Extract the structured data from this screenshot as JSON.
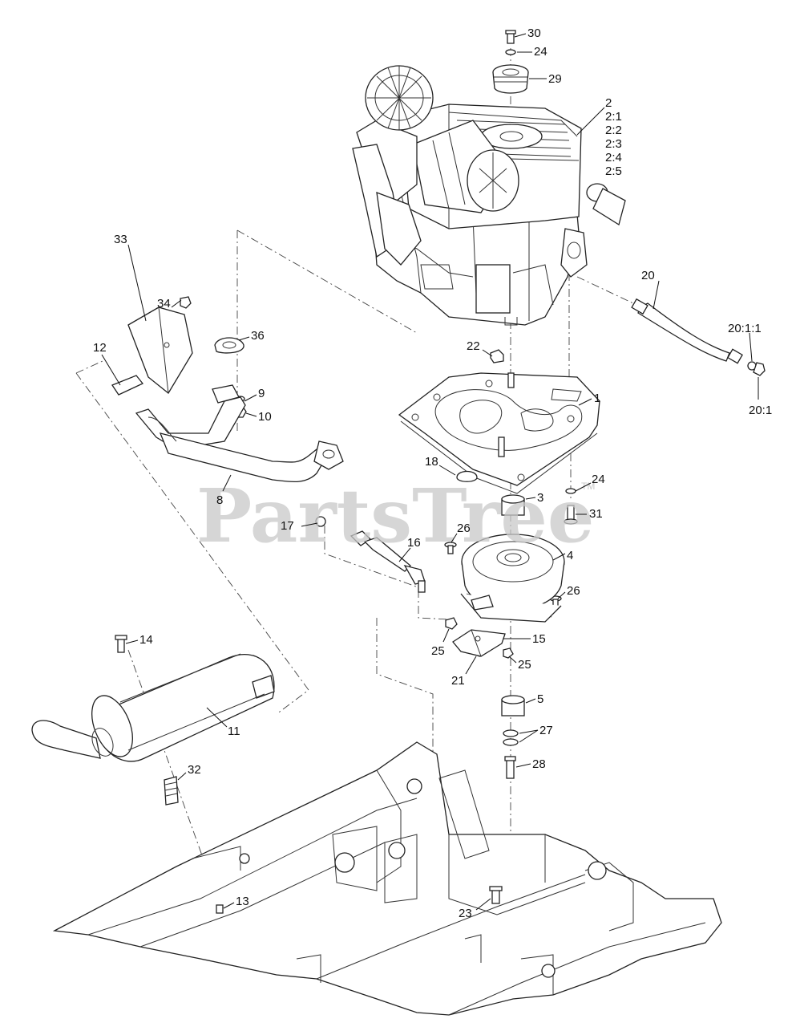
{
  "watermark": {
    "text": "PartsTree",
    "tm": "TM"
  },
  "callouts": [
    {
      "id": "30",
      "text": "30"
    },
    {
      "id": "24a",
      "text": "24"
    },
    {
      "id": "29",
      "text": "29"
    },
    {
      "id": "2",
      "text": "2"
    },
    {
      "id": "2-1",
      "text": "2:1"
    },
    {
      "id": "2-2",
      "text": "2:2"
    },
    {
      "id": "2-3",
      "text": "2:3"
    },
    {
      "id": "2-4",
      "text": "2:4"
    },
    {
      "id": "2-5",
      "text": "2:5"
    },
    {
      "id": "20",
      "text": "20"
    },
    {
      "id": "20-1-1",
      "text": "20:1:1"
    },
    {
      "id": "20-1",
      "text": "20:1"
    },
    {
      "id": "33",
      "text": "33"
    },
    {
      "id": "34",
      "text": "34"
    },
    {
      "id": "36",
      "text": "36"
    },
    {
      "id": "12",
      "text": "12"
    },
    {
      "id": "22",
      "text": "22"
    },
    {
      "id": "1",
      "text": "1"
    },
    {
      "id": "9",
      "text": "9"
    },
    {
      "id": "10",
      "text": "10"
    },
    {
      "id": "18",
      "text": "18"
    },
    {
      "id": "24b",
      "text": "24"
    },
    {
      "id": "3",
      "text": "3"
    },
    {
      "id": "31",
      "text": "31"
    },
    {
      "id": "8",
      "text": "8"
    },
    {
      "id": "17",
      "text": "17"
    },
    {
      "id": "26a",
      "text": "26"
    },
    {
      "id": "16",
      "text": "16"
    },
    {
      "id": "4",
      "text": "4"
    },
    {
      "id": "26b",
      "text": "26"
    },
    {
      "id": "14",
      "text": "14"
    },
    {
      "id": "15",
      "text": "15"
    },
    {
      "id": "25a",
      "text": "25"
    },
    {
      "id": "25b",
      "text": "25"
    },
    {
      "id": "21",
      "text": "21"
    },
    {
      "id": "5",
      "text": "5"
    },
    {
      "id": "11",
      "text": "11"
    },
    {
      "id": "27",
      "text": "27"
    },
    {
      "id": "28",
      "text": "28"
    },
    {
      "id": "32",
      "text": "32"
    },
    {
      "id": "13",
      "text": "13"
    },
    {
      "id": "23",
      "text": "23"
    }
  ]
}
